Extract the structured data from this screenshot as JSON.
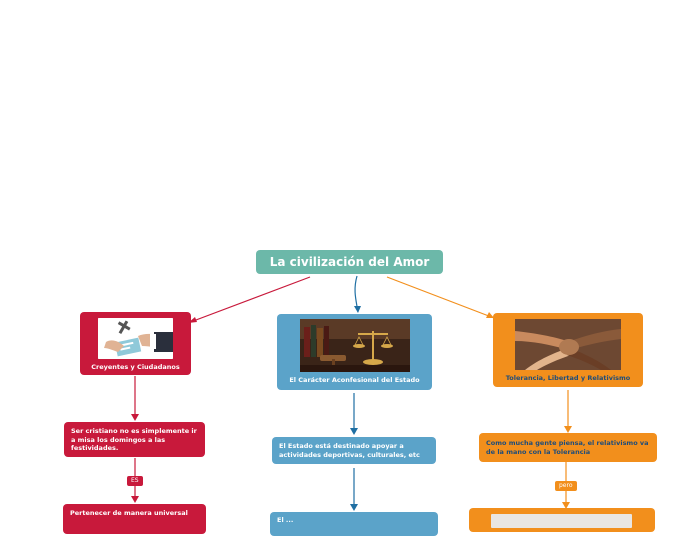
{
  "title": "La civilización del Amor",
  "branches": {
    "left": {
      "topic": "Creyentes y Ciudadanos",
      "icon": "praying-hands-cross-icon",
      "child1": "Ser cristiano no es simplemente ir a misa los domingos a las festividades.",
      "connector": "ES",
      "child2": "Pertenecer de manera universal"
    },
    "center": {
      "topic": "El Carácter Aconfesional del Estado",
      "icon": "scales-of-justice-icon",
      "child1": "El Estado está destinado apoyar a actividades deportivas, culturales, etc",
      "child2": "El ..."
    },
    "right": {
      "topic": "Tolerancia, Libertad y Relativismo",
      "icon": "joined-hands-icon",
      "child1": "Como mucha gente piensa, el relativismo va de la mano con la Tolerancia",
      "connector": "pero"
    }
  },
  "colors": {
    "title": "#6cb8a9",
    "left": "#c8193b",
    "center": "#5ba3c9",
    "centerLine": "#1f6fa3",
    "right": "#f28f1c"
  }
}
